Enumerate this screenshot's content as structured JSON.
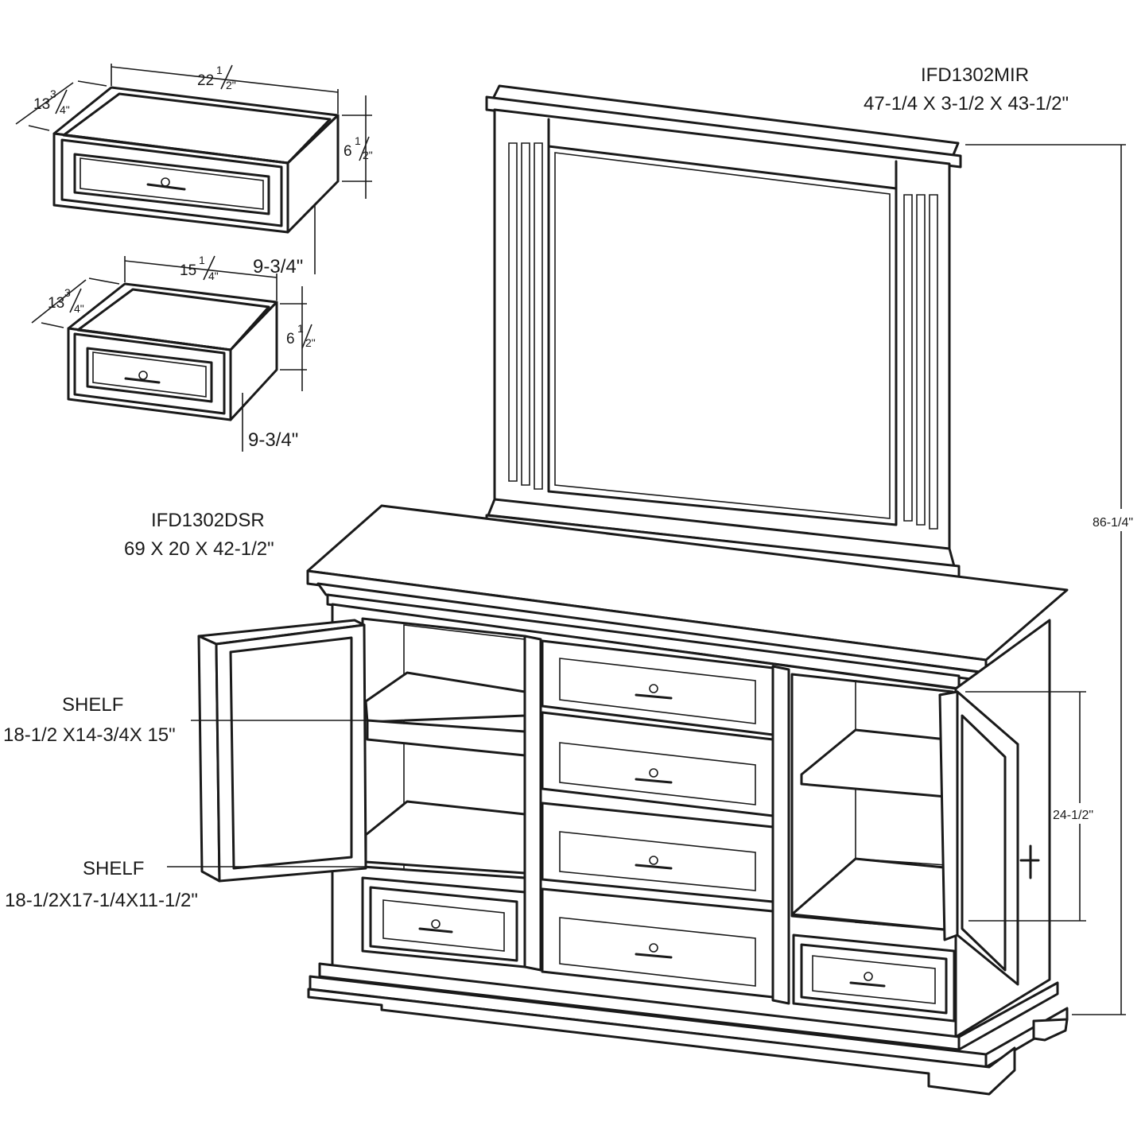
{
  "mirror": {
    "model": "IFD1302MIR",
    "size": "47-1/4 X 3-1/2 X 43-1/2\""
  },
  "dresser": {
    "model": "IFD1302DSR",
    "size": "69 X 20 X 42-1/2\""
  },
  "overall_height": "86-1/4\"",
  "interior_height": "24-1/2\"",
  "shelves": [
    {
      "label": "SHELF",
      "size": "18-1/2 X14-3/4X 15\""
    },
    {
      "label": "SHELF",
      "size": "18-1/2X17-1/4X11-1/2\""
    }
  ],
  "large_drawer": {
    "width_whole": "22",
    "width_num": "1",
    "width_den": "2\"",
    "depth_whole": "13",
    "depth_num": "3",
    "depth_den": "4\"",
    "height_whole": "6",
    "height_num": "1",
    "height_den": "2\"",
    "front_height": "9-3/4\""
  },
  "small_drawer": {
    "width_whole": "15",
    "width_num": "1",
    "width_den": "4\"",
    "depth_whole": "13",
    "depth_num": "3",
    "depth_den": "4\"",
    "height_whole": "6",
    "height_num": "1",
    "height_den": "2\"",
    "front_height": "9-3/4\""
  }
}
